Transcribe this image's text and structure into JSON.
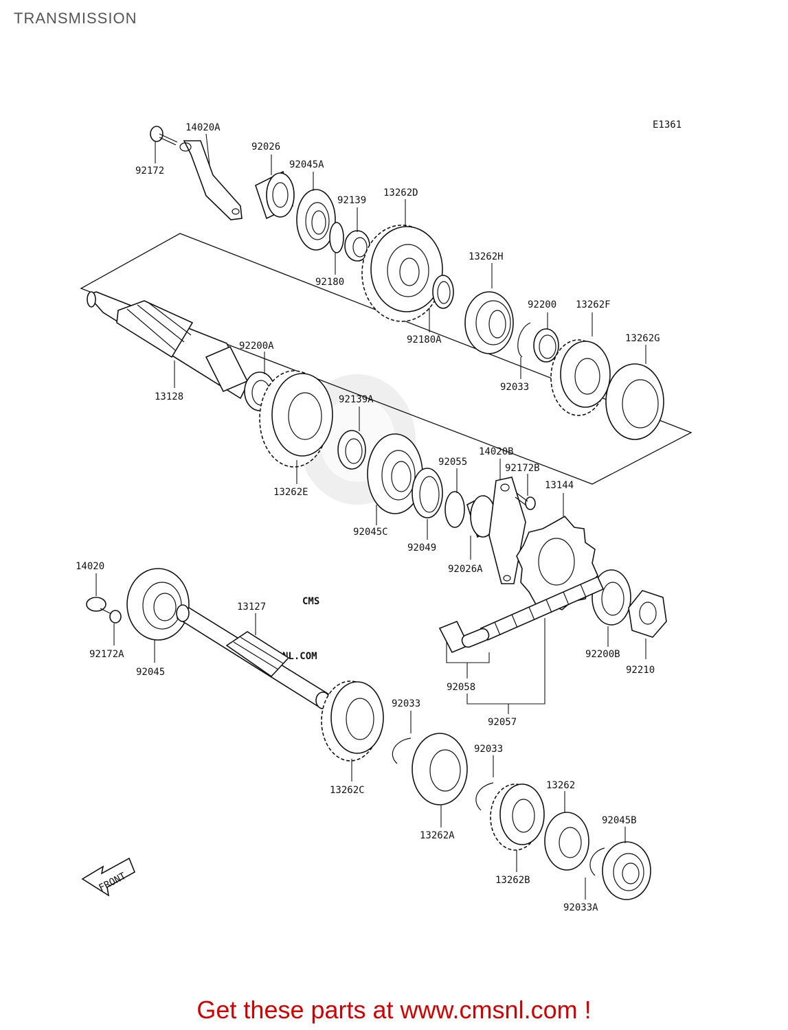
{
  "page": {
    "title": "TRANSMISSION",
    "footer": "Get these parts at www.cmsnl.com !"
  },
  "diagram": {
    "code": "E1361",
    "watermark_text": "CMS",
    "watermark_url": "WWW.CMSNL.COM",
    "front_label": "FRONT",
    "labels": {
      "p14020A": "14020A",
      "p92172": "92172",
      "p92026": "92026",
      "p92045A": "92045A",
      "p92139": "92139",
      "p13262D": "13262D",
      "p92180": "92180",
      "p13262H": "13262H",
      "p92200": "92200",
      "p13262F": "13262F",
      "p92180A": "92180A",
      "p13262G": "13262G",
      "p92033_top": "92033",
      "p92200A": "92200A",
      "p13128": "13128",
      "p92139A": "92139A",
      "p13262E": "13262E",
      "p92055": "92055",
      "p14020B": "14020B",
      "p92172B": "92172B",
      "p13144": "13144",
      "p92045C": "92045C",
      "p92049": "92049",
      "p92026A": "92026A",
      "p14020": "14020",
      "p13127": "13127",
      "p92172A": "92172A",
      "p92045": "92045",
      "p92200B": "92200B",
      "p92210": "92210",
      "p92058": "92058",
      "p92057": "92057",
      "p92033_mid": "92033",
      "p13262C": "13262C",
      "p92033_low": "92033",
      "p13262A": "13262A",
      "p13262": "13262",
      "p92045B": "92045B",
      "p13262B": "13262B",
      "p92033A": "92033A"
    }
  }
}
